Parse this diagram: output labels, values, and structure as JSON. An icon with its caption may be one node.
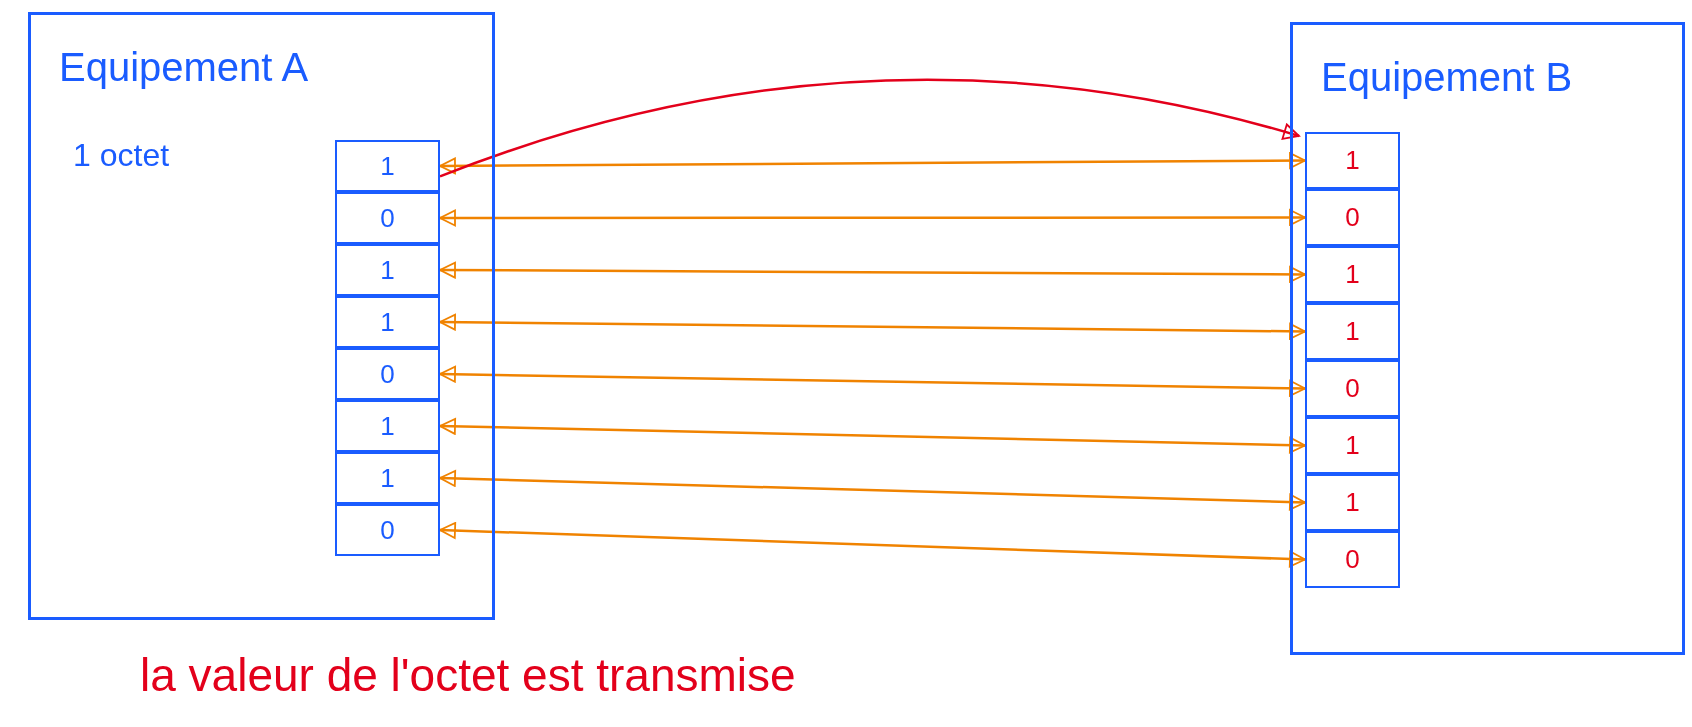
{
  "diagram": {
    "nodes": [
      {
        "text": [
          "Equipement A",
          "1 octet"
        ]
      },
      {
        "text": [
          "1"
        ],
        "in": 0
      },
      {
        "text": [
          "0"
        ],
        "in": 0
      },
      {
        "text": [
          "1"
        ],
        "in": 0
      },
      {
        "text": [
          "1"
        ],
        "in": 0
      },
      {
        "text": [
          "0"
        ],
        "in": 0
      },
      {
        "text": [
          "1"
        ],
        "in": 0
      },
      {
        "text": [
          "1"
        ],
        "in": 0
      },
      {
        "text": [
          "0"
        ],
        "in": 0
      },
      {
        "text": [
          "Equipement B"
        ]
      },
      {
        "text": [
          "1"
        ],
        "in": 9
      },
      {
        "text": [
          "0"
        ],
        "in": 9
      },
      {
        "text": [
          "1"
        ],
        "in": 9
      },
      {
        "text": [
          "1"
        ],
        "in": 9
      },
      {
        "text": [
          "0"
        ],
        "in": 9
      },
      {
        "text": [
          "1"
        ],
        "in": 9
      },
      {
        "text": [
          "1"
        ],
        "in": 9
      },
      {
        "text": [
          "0"
        ],
        "in": 9
      }
    ],
    "edges": [
      {
        "from": 1,
        "to": 10,
        "arrow": "both"
      },
      {
        "from": 2,
        "to": 11,
        "arrow": "both"
      },
      {
        "from": 3,
        "to": 12,
        "arrow": "both"
      },
      {
        "from": 4,
        "to": 13,
        "arrow": "both"
      },
      {
        "from": 5,
        "to": 14,
        "arrow": "both"
      },
      {
        "from": 6,
        "to": 15,
        "arrow": "both"
      },
      {
        "from": 7,
        "to": 16,
        "arrow": "both"
      },
      {
        "from": 8,
        "to": 17,
        "arrow": "both"
      },
      {
        "from": 1,
        "to": 10,
        "arrow": "to",
        "color": "#e3001b"
      }
    ],
    "labels": [
      "la valeur de l'octet est transmise"
    ]
  }
}
